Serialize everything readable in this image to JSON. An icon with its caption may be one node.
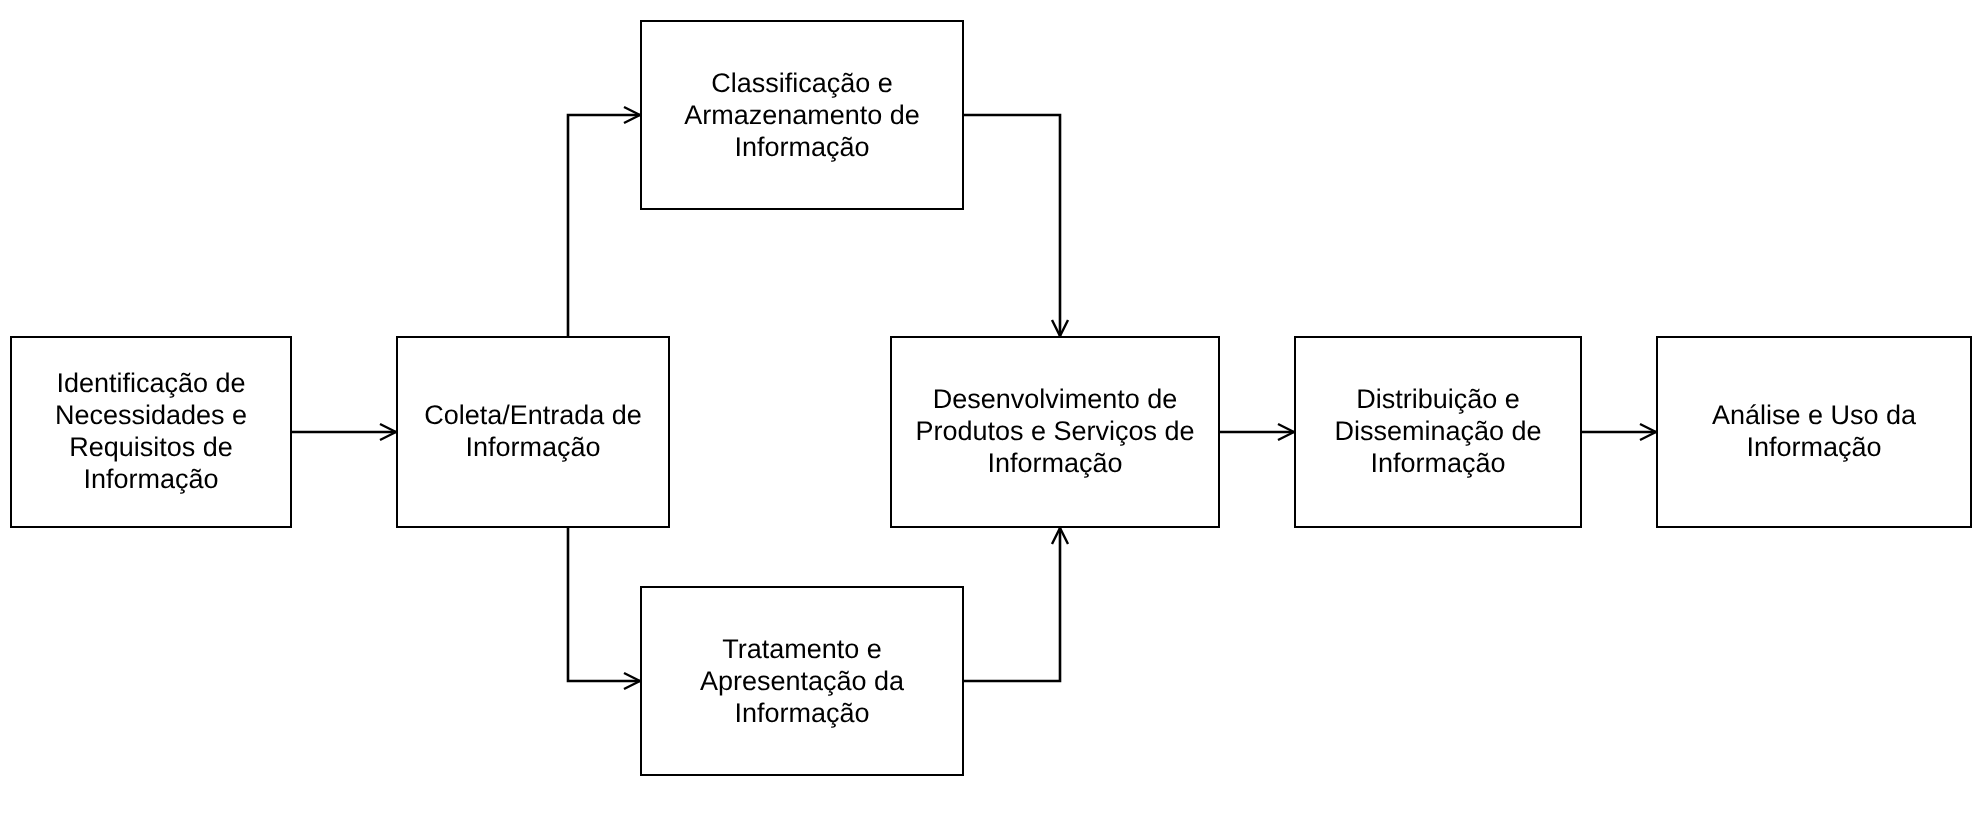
{
  "diagram": {
    "nodes": [
      {
        "text": [
          "Identificação de Necessidades e Requisitos de Informação"
        ]
      },
      {
        "text": [
          "Coleta/Entrada de Informação"
        ]
      },
      {
        "text": [
          "Classificação e Armazenamento de Informação"
        ]
      },
      {
        "text": [
          "Desenvolvimento de Produtos e Serviços de Informação"
        ]
      },
      {
        "text": [
          "Distribuição e Disseminação de Informação"
        ]
      },
      {
        "text": [
          "Análise e Uso da Informação"
        ]
      },
      {
        "text": [
          "Tratamento e Apresentação da Informação"
        ]
      }
    ],
    "edges": [
      {
        "from": 0,
        "to": 1,
        "arrow": "to"
      },
      {
        "from": 1,
        "to": 2,
        "arrow": "to"
      },
      {
        "from": 1,
        "to": 6,
        "arrow": "to"
      },
      {
        "from": 2,
        "to": 3,
        "arrow": "to"
      },
      {
        "from": 6,
        "to": 3,
        "arrow": "to"
      },
      {
        "from": 3,
        "to": 4,
        "arrow": "to"
      },
      {
        "from": 4,
        "to": 5,
        "arrow": "to"
      }
    ]
  }
}
